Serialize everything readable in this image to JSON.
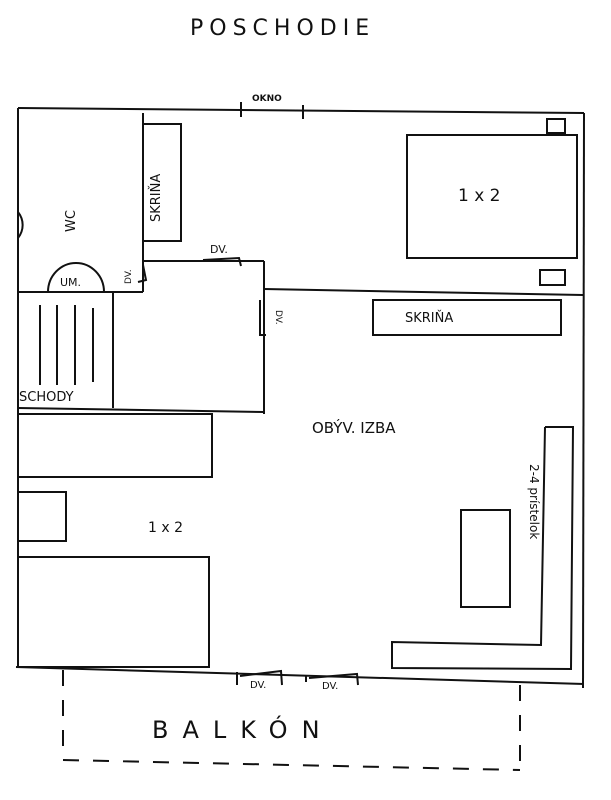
{
  "title": "POSCHODIE",
  "labels": {
    "window": "OKNO",
    "wc": "WC",
    "wardrobe_left": "SKRIŇA",
    "wardrobe_right": "SKRIŇA",
    "door_top": "DV.",
    "door_small": "DV.",
    "door_right": "DV.",
    "washbasin": "UM.",
    "stairs": "SCHODY",
    "bed_top_right": "1 x 2",
    "bed_bottom_left": "1 x 2",
    "living_room": "OBÝV. IZBA",
    "sofa": "2-4 prístelok",
    "door_balcony_1": "DV.",
    "door_balcony_2": "DV.",
    "balcony": "BALKÓN"
  },
  "colors": {
    "ink": "#111111",
    "paper": "#ffffff"
  }
}
